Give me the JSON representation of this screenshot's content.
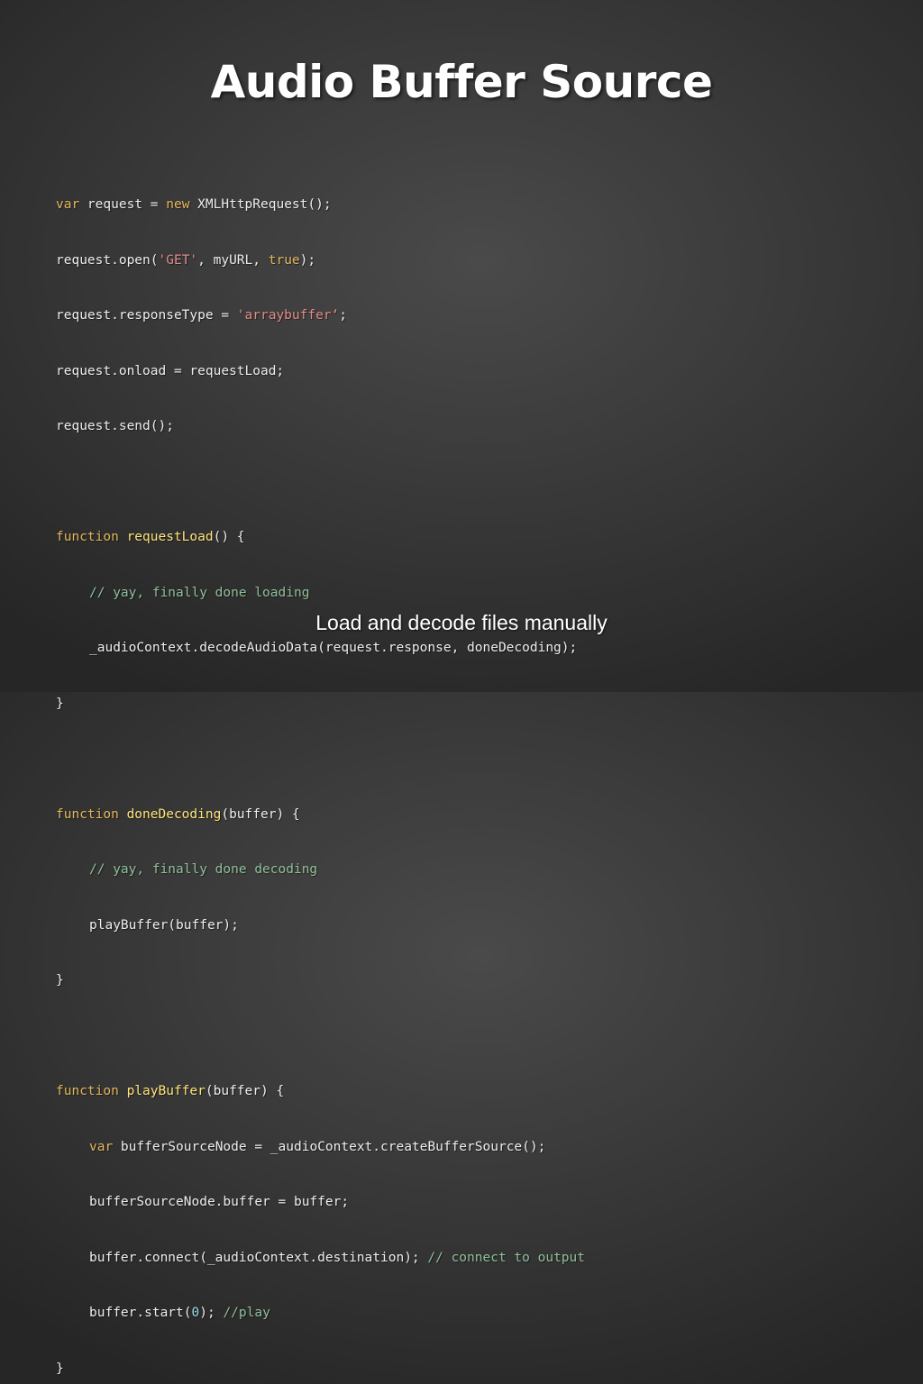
{
  "slide": {
    "title": "Audio Buffer Source",
    "caption": "Load and decode files manually"
  },
  "code": {
    "tokens": {
      "var": "var",
      "new": "new",
      "true": "true",
      "function": "function",
      "get_str": "'GET'",
      "arraybuffer_str": "'arraybuffer‘",
      "zero": "0"
    },
    "fn_names": {
      "requestLoad": "requestLoad",
      "doneDecoding": "doneDecoding",
      "playBuffer": "playBuffer"
    },
    "text": {
      "l1a": " request = ",
      "l1b": " XMLHttpRequest();",
      "l2a": "request.open(",
      "l2b": ", myURL, ",
      "l2c": ");",
      "l3a": "request.responseType = ",
      "l3b": ";",
      "l4": "request.onload = requestLoad;",
      "l5": "request.send();",
      "l7a": " ",
      "l7b": "() {",
      "l9": "_audioContext.decodeAudioData(request.response, doneDecoding);",
      "close": "}",
      "l12b": "(buffer) {",
      "l14": "playBuffer(buffer);",
      "l17b": "(buffer) {",
      "l18a": " bufferSourceNode = _audioContext.createBufferSource();",
      "l19": "bufferSourceNode.buffer = buffer;",
      "l20a": "buffer.connect(_audioContext.destination); ",
      "l21a": "buffer.start(",
      "l21b": "); "
    },
    "comments": {
      "c1": "// yay, finally done loading",
      "c2": "// yay, finally done decoding",
      "c3": "// connect to output",
      "c4": "//play"
    }
  }
}
